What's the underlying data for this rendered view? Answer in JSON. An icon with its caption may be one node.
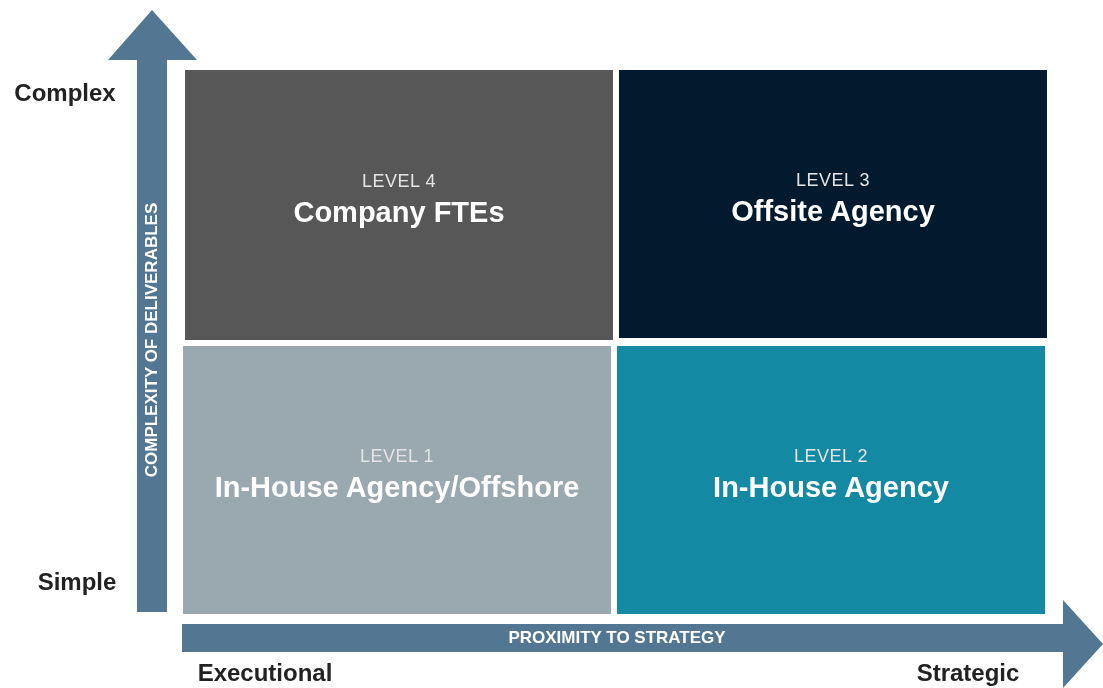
{
  "diagram": {
    "nodes": [
      {
        "text": [
          "LEVEL 4",
          "Company FTEs"
        ]
      },
      {
        "text": [
          "LEVEL 3",
          "Offsite Agency"
        ]
      },
      {
        "text": [
          "LEVEL 1",
          "In-House Agency/Offshore"
        ]
      },
      {
        "text": [
          "LEVEL 2",
          "In-House Agency"
        ]
      }
    ],
    "labels": [
      "Complex",
      "COMPLEXITY OF DELIVERABLES",
      "Simple",
      "PROXIMITY TO STRATEGY",
      "Executional",
      "Strategic"
    ]
  }
}
